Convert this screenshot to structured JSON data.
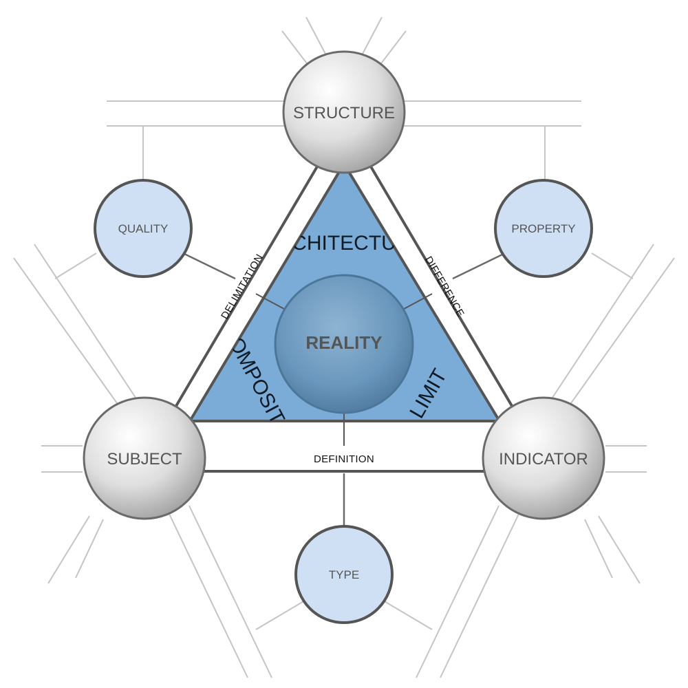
{
  "diagram": {
    "center": {
      "label": "REALITY"
    },
    "vertices": {
      "top": {
        "label": "STRUCTURE"
      },
      "left": {
        "label": "SUBJECT"
      },
      "right": {
        "label": "INDICATOR"
      }
    },
    "edges": {
      "left": {
        "label": "DELIMITATION"
      },
      "right": {
        "label": "DIFFERENCE"
      },
      "bottom": {
        "label": "DEFINITION"
      }
    },
    "sectors": {
      "top": {
        "label": "ARCHITECTURE"
      },
      "left": {
        "label": "COMPOSITION"
      },
      "right": {
        "label": "LIMIT"
      }
    },
    "satellites": {
      "left": {
        "label": "QUALITY"
      },
      "right": {
        "label": "PROPERTY"
      },
      "bottom": {
        "label": "TYPE"
      }
    }
  },
  "colors": {
    "triangle_fill": "#7aacd7",
    "center_sphere": "#5f8fb6",
    "satellite_fill": "#cfe0f4",
    "vertex_sphere": "#d6d6d6",
    "outline": "#555555",
    "connector_lines": "#c4c4c4"
  }
}
